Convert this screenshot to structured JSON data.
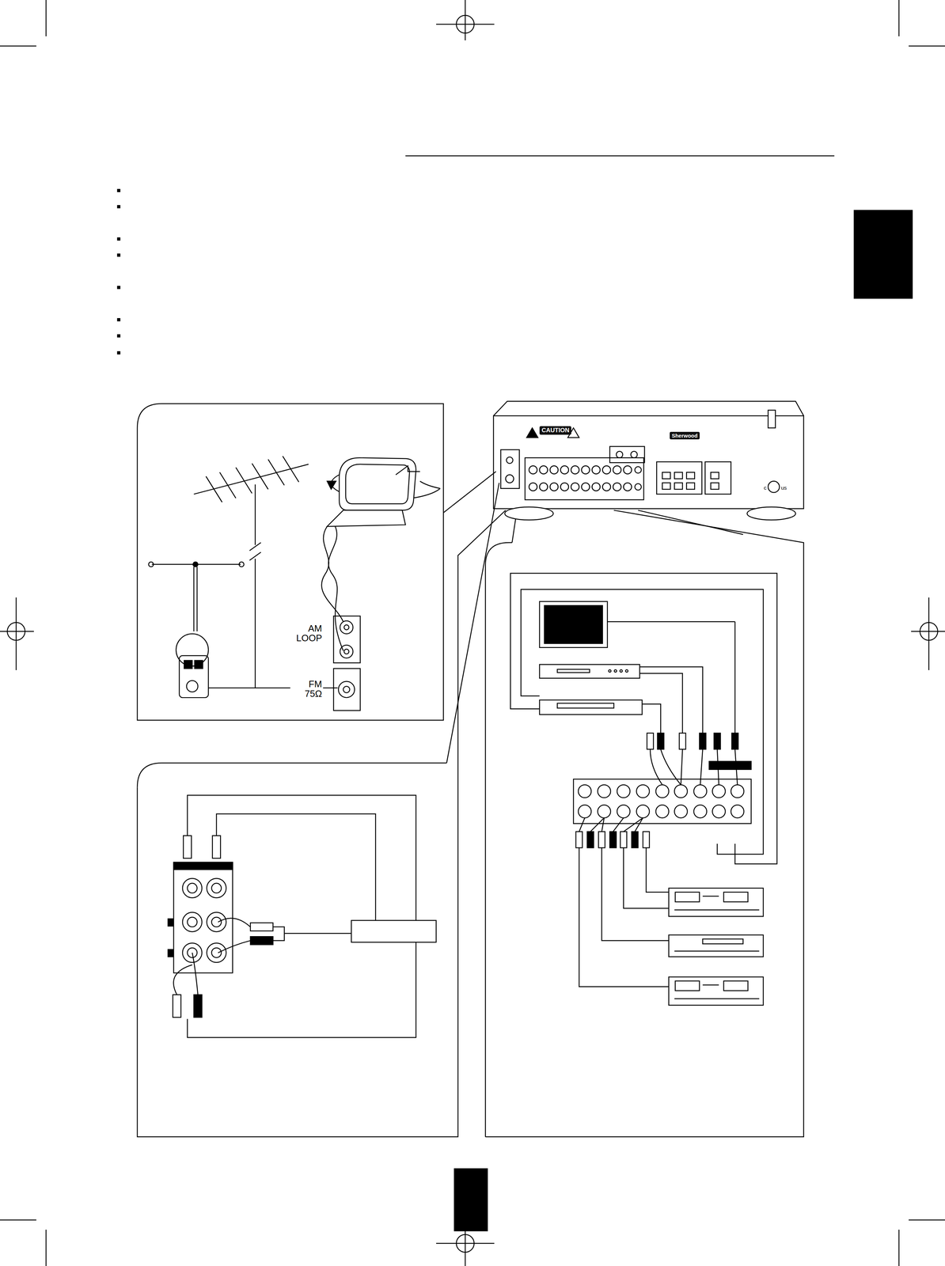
{
  "diagram": {
    "nodes": [
      {
        "text": [
          "CAUTION"
        ]
      },
      {
        "text": [
          "Sherwood"
        ]
      },
      {
        "text": [
          "AM LOOP"
        ]
      },
      {
        "text": [
          "FM 75Ω"
        ]
      }
    ],
    "labels": [
      "c",
      "us"
    ]
  }
}
